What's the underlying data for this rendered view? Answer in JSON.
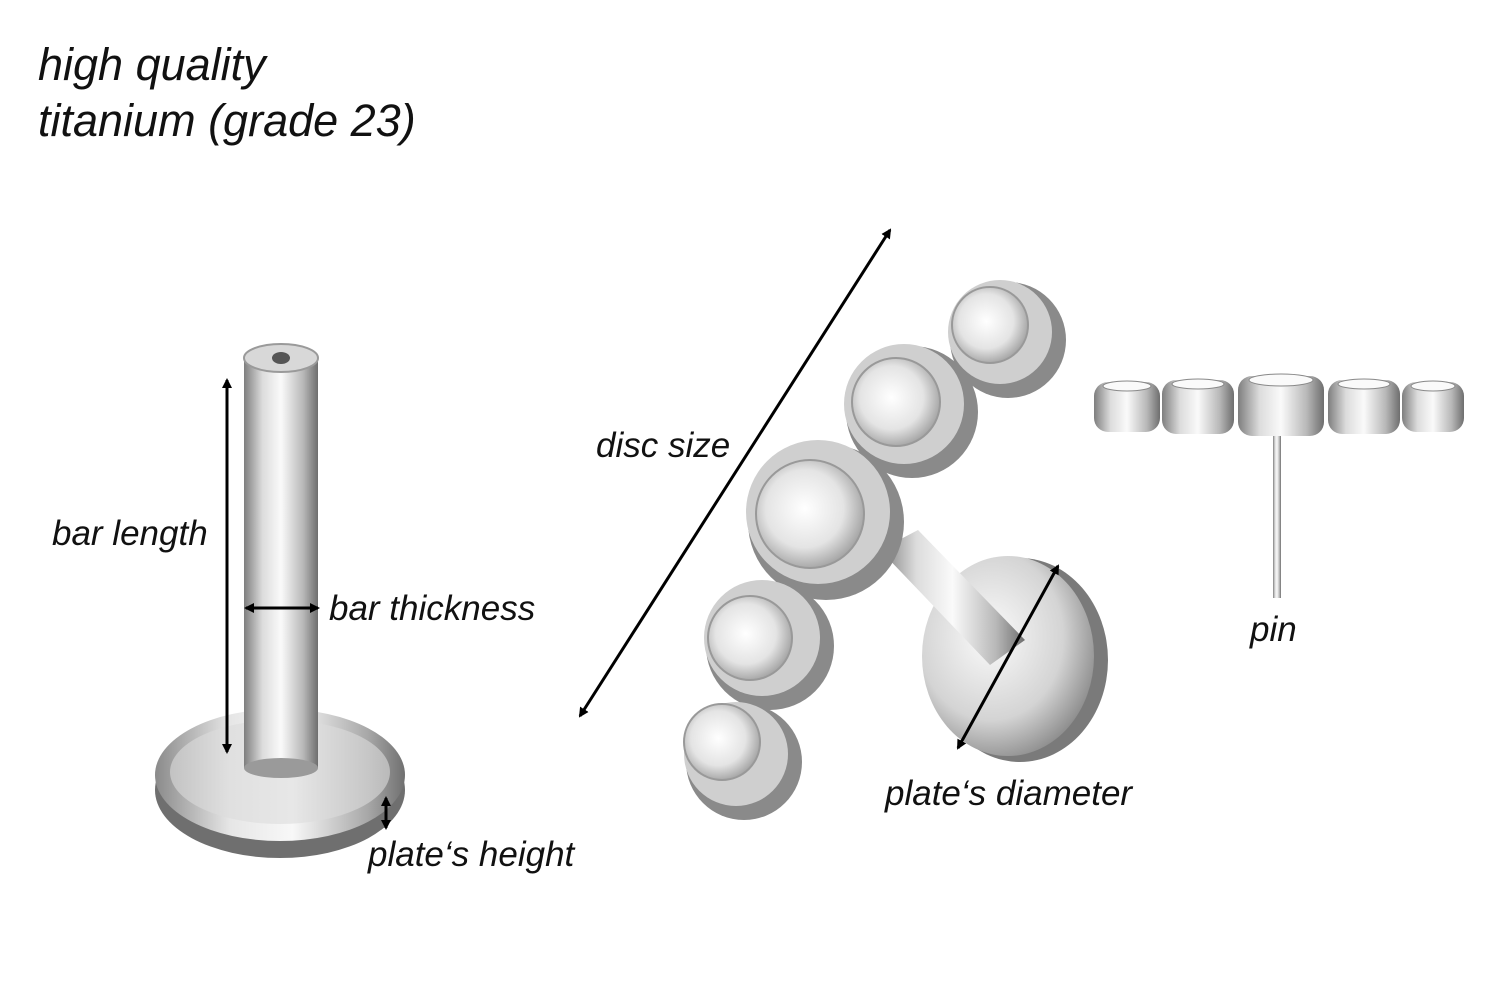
{
  "heading": {
    "line1": "high quality",
    "line2": "titanium (grade 23)"
  },
  "labels": {
    "bar_length": "bar length",
    "bar_thickness": "bar thickness",
    "plate_height": "plate‘s height",
    "disc_size": "disc size",
    "plate_diameter": "plate‘s diameter",
    "pin": "pin"
  },
  "colors": {
    "text": "#111111",
    "arrow": "#000000",
    "metal_light": "#f2f2f2",
    "metal_dark": "#8a8a8a",
    "gem": "#e8e8e8"
  }
}
